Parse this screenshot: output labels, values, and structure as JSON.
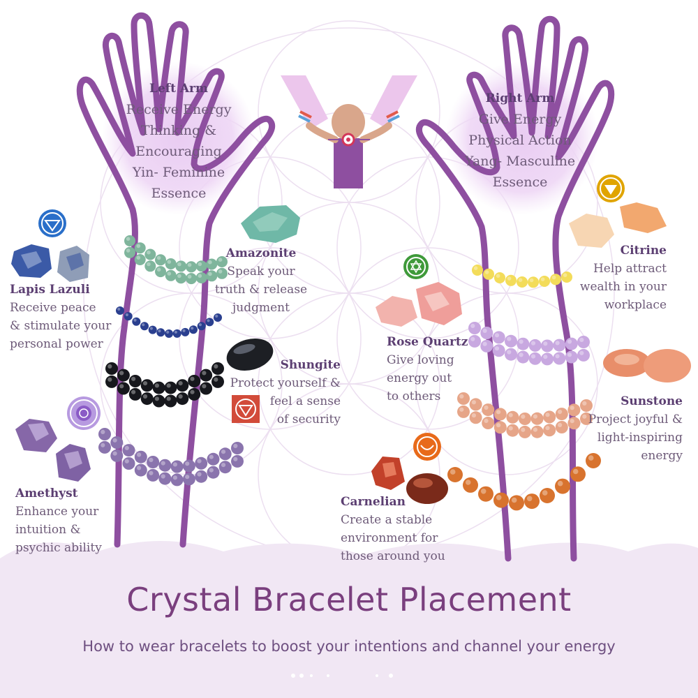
{
  "colors": {
    "arm": "#8e4fa0",
    "arm_fill": "#ffffff",
    "glow": "#e7c8f0",
    "bottom_wash": "#f0e6f3",
    "title": "#7a3f7e",
    "heading": "#5c3f72",
    "body_text": "#6d5a78",
    "third_eye": "#2a6fc9",
    "crown": "#8a5bc6",
    "throat": "#7a6cb5",
    "root": "#d24b3a",
    "solar_plexus": "#e0a400",
    "heart": "#3f9a3a",
    "sacral": "#e86a1a"
  },
  "left_arm": {
    "heading": "Left Arm",
    "lines": [
      "Receive Energy",
      "Thinking &",
      "Encouraging",
      "Yin- Feminine",
      "Essence"
    ]
  },
  "right_arm": {
    "heading": "Right Arm",
    "lines": [
      "Give Energy",
      "Physical Action",
      "Yang- Masculine",
      "Essence"
    ]
  },
  "crystals": {
    "lapis": {
      "name": "Lapis Lazuli",
      "lines": [
        "Receive peace",
        "& stimulate your",
        "personal power"
      ],
      "icon": "third-eye-chakra-icon"
    },
    "amazonite": {
      "name": "Amazonite",
      "lines": [
        "Speak your",
        "truth & release",
        "judgment"
      ]
    },
    "shungite": {
      "name": "Shungite",
      "lines": [
        "Protect yourself &",
        "feel a sense",
        "of security"
      ],
      "icon": "root-chakra-icon"
    },
    "amethyst": {
      "name": "Amethyst",
      "lines": [
        "Enhance your",
        "intuition &",
        "psychic ability"
      ],
      "icon": "crown-chakra-icon"
    },
    "citrine": {
      "name": "Citrine",
      "lines": [
        "Help attract",
        "wealth in your",
        "workplace"
      ],
      "icon": "solar-plexus-chakra-icon"
    },
    "rose_quartz": {
      "name": "Rose Quartz",
      "lines": [
        "Give loving",
        "energy out",
        "to others"
      ],
      "icon": "heart-chakra-icon"
    },
    "sunstone": {
      "name": "Sunstone",
      "lines": [
        "Project joyful &",
        "light-inspiring",
        "energy"
      ]
    },
    "carnelian": {
      "name": "Carnelian",
      "lines": [
        "Create a stable",
        "environment for",
        "those around you"
      ],
      "icon": "sacral-chakra-icon"
    }
  },
  "title": "Crystal Bracelet Placement",
  "subtitle": "How to wear bracelets to boost your intentions and channel your energy"
}
